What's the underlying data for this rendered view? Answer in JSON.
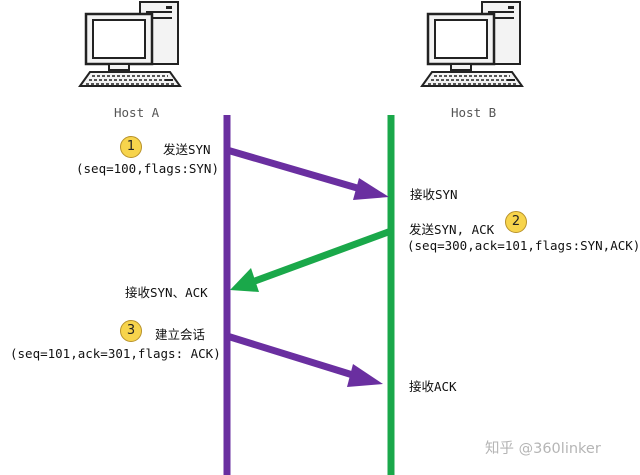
{
  "hosts": {
    "a": {
      "label": "Host A",
      "line_color": "#6a2fa0"
    },
    "b": {
      "label": "Host B",
      "line_color": "#1aa84a"
    }
  },
  "steps": {
    "step1": {
      "badge": "1",
      "action": "发送SYN",
      "params": "(seq=100,flags:SYN)"
    },
    "recv_syn": {
      "label": "接收SYN"
    },
    "step2": {
      "badge": "2",
      "action": "发送SYN, ACK",
      "params": "(seq=300,ack=101,flags:SYN,ACK)"
    },
    "recv_synack": {
      "label": "接收SYN、ACK"
    },
    "step3": {
      "badge": "3",
      "action": "建立会话",
      "params": "(seq=101,ack=301,flags: ACK)"
    },
    "recv_ack": {
      "label": "接收ACK"
    }
  },
  "arrows": [
    {
      "from": "Host A",
      "to": "Host B",
      "color": "#6a2fa0",
      "meaning": "SYN"
    },
    {
      "from": "Host B",
      "to": "Host A",
      "color": "#1aa84a",
      "meaning": "SYN, ACK"
    },
    {
      "from": "Host A",
      "to": "Host B",
      "color": "#6a2fa0",
      "meaning": "ACK"
    }
  ],
  "watermark": "知乎 @360linker",
  "icons": {
    "host_a": "computer-icon",
    "host_b": "computer-icon"
  },
  "colors": {
    "badge_fill": "#f7d44c",
    "purple": "#6a2fa0",
    "green": "#1aa84a"
  }
}
